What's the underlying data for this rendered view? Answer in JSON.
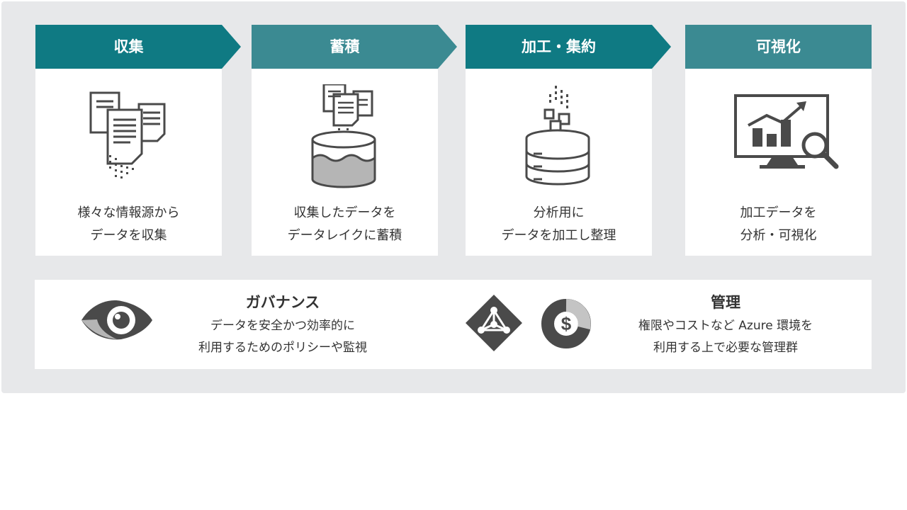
{
  "colors": {
    "teal_dark": "#0f7a83",
    "teal_light": "#3b8a92",
    "icon_gray": "#4a4a4a",
    "icon_light": "#b5b5b5",
    "panel_bg": "#e7e8ea"
  },
  "stages": [
    {
      "title": "収集",
      "desc_line1": "様々な情報源から",
      "desc_line2": "データを収集",
      "icon": "documents-icon"
    },
    {
      "title": "蓄積",
      "desc_line1": "収集したデータを",
      "desc_line2": "データレイクに蓄積",
      "icon": "data-lake-icon"
    },
    {
      "title": "加工・集約",
      "desc_line1": "分析用に",
      "desc_line2": "データを加工し整理",
      "icon": "database-process-icon"
    },
    {
      "title": "可視化",
      "desc_line1": "加工データを",
      "desc_line2": "分析・可視化",
      "icon": "chart-analysis-icon"
    }
  ],
  "governance": {
    "title": "ガバナンス",
    "line1": "データを安全かつ効率的に",
    "line2": "利用するためのポリシーや監視",
    "icon": "eye-icon"
  },
  "management": {
    "title": "管理",
    "line1": "権限やコストなど Azure 環境を",
    "line2": "利用する上で必要な管理群",
    "icons": [
      "azure-ad-icon",
      "cost-icon"
    ]
  }
}
